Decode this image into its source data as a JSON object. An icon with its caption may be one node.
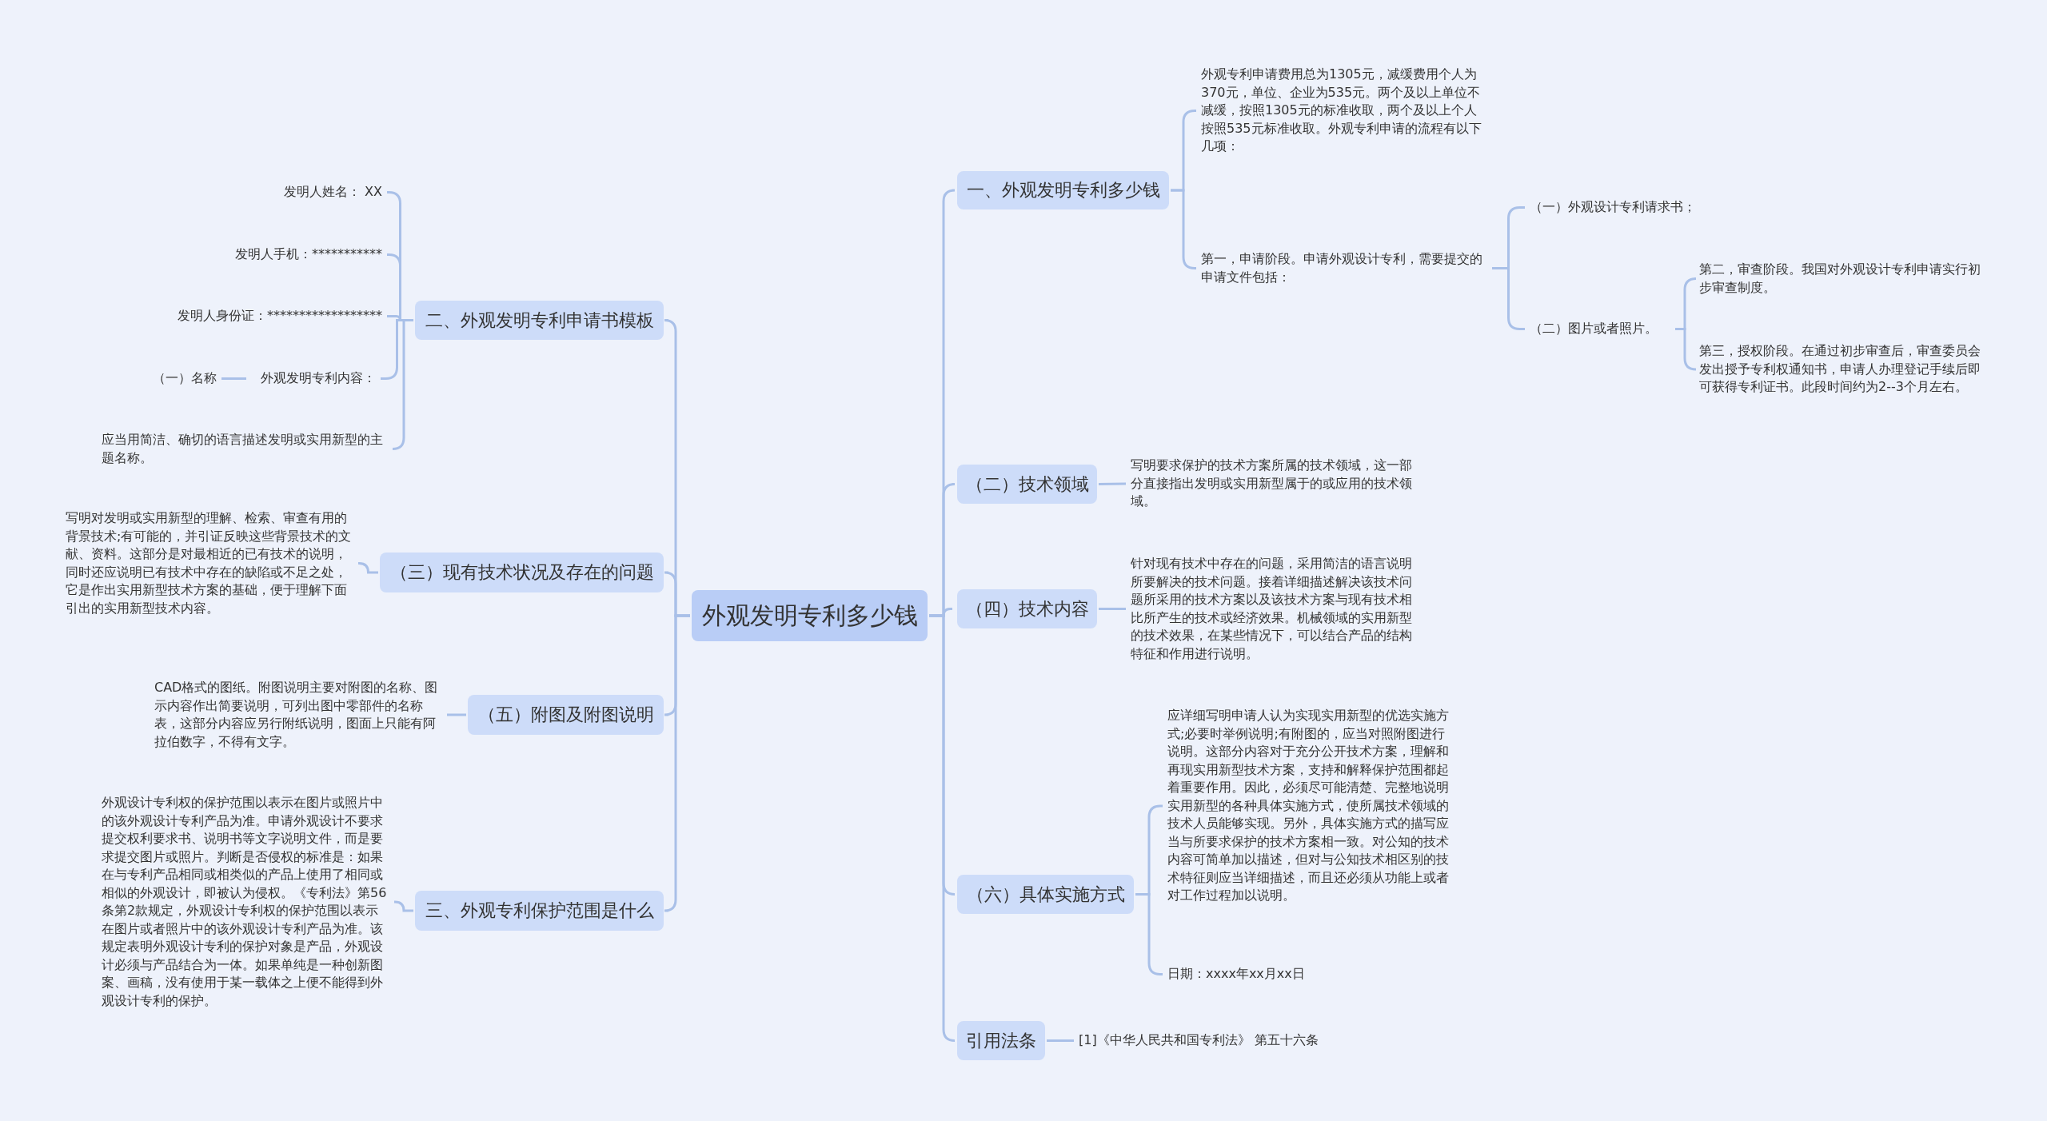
{
  "diagram": {
    "nodes": [
      {
        "text": [
          "外观发明专利多少钱"
        ]
      },
      {
        "text": [
          "一、外观发明专利多少钱"
        ]
      },
      {
        "text": [
          "外观专利申请费用总为1305元，减缓费用个人为370元，单位、企业为535元。两个及以上单位不减缓，按照1305元的标准收取，两个及以上个人按照535元标准收取。外观专利申请的流程有以下几项："
        ]
      },
      {
        "text": [
          "第一，申请阶段。申请外观设计专利，需要提交的申请文件包括："
        ]
      },
      {
        "text": [
          "（一）外观设计专利请求书；"
        ]
      },
      {
        "text": [
          "（二）图片或者照片。"
        ]
      },
      {
        "text": [
          "第二，审查阶段。我国对外观设计专利申请实行初步审查制度。"
        ]
      },
      {
        "text": [
          "第三，授权阶段。在通过初步审查后，审查委员会发出授予专利权通知书，申请人办理登记手续后即可获得专利证书。此段时间约为2--3个月左右。"
        ]
      },
      {
        "text": [
          "（二）技术领域"
        ]
      },
      {
        "text": [
          "写明要求保护的技术方案所属的技术领域，这一部分直接指出发明或实用新型属于的或应用的技术领域。"
        ]
      },
      {
        "text": [
          "（四）技术内容"
        ]
      },
      {
        "text": [
          "针对现有技术中存在的问题，采用简洁的语言说明所要解决的技术问题。接着详细描述解决该技术问题所采用的技术方案以及该技术方案与现有技术相比所产生的技术或经济效果。机械领域的实用新型的技术效果，在某些情况下，可以结合产品的结构特征和作用进行说明。"
        ]
      },
      {
        "text": [
          "（六）具体实施方式"
        ]
      },
      {
        "text": [
          "应详细写明申请人认为实现实用新型的优选实施方式;必要时举例说明;有附图的，应当对照附图进行说明。这部分内容对于充分公开技术方案，理解和再现实用新型技术方案，支持和解释保护范围都起着重要作用。因此，必须尽可能清楚、完整地说明实用新型的各种具体实施方式，使所属技术领域的技术人员能够实现。另外，具体实施方式的描写应当与所要求保护的技术方案相一致。对公知的技术内容可简单加以描述，但对与公知技术相区别的技术特征则应当详细描述，而且还必须从功能上或者对工作过程加以说明。"
        ]
      },
      {
        "text": [
          "日期：xxxx年xx月xx日"
        ]
      },
      {
        "text": [
          "引用法条"
        ]
      },
      {
        "text": [
          "[1]《中华人民共和国专利法》 第五十六条"
        ]
      },
      {
        "text": [
          "二、外观发明专利申请书模板"
        ]
      },
      {
        "text": [
          "发明人姓名： XX"
        ]
      },
      {
        "text": [
          "发明人手机：***********"
        ]
      },
      {
        "text": [
          "发明人身份证：******************"
        ]
      },
      {
        "text": [
          "外观发明专利内容："
        ]
      },
      {
        "text": [
          "（一）名称"
        ]
      },
      {
        "text": [
          "应当用简洁、确切的语言描述发明或实用新型的主题名称。"
        ]
      },
      {
        "text": [
          "（三）现有技术状况及存在的问题"
        ]
      },
      {
        "text": [
          "写明对发明或实用新型的理解、检索、审查有用的背景技术;有可能的，并引证反映这些背景技术的文献、资料。这部分是对最相近的已有技术的说明，同时还应说明已有技术中存在的缺陷或不足之处，它是作出实用新型技术方案的基础，便于理解下面引出的实用新型技术内容。"
        ]
      },
      {
        "text": [
          "（五）附图及附图说明"
        ]
      },
      {
        "text": [
          "CAD格式的图纸。附图说明主要对附图的名称、图示内容作出简要说明，可列出图中零部件的名称表，这部分内容应另行附纸说明，图面上只能有阿拉伯数字，不得有文字。"
        ]
      },
      {
        "text": [
          "三、外观专利保护范围是什么"
        ]
      },
      {
        "text": [
          "外观设计专利权的保护范围以表示在图片或照片中的该外观设计专利产品为准。申请外观设计不要求提交权利要求书、说明书等文字说明文件，而是要求提交图片或照片。判断是否侵权的标准是：如果在与专利产品相同或相类似的产品上使用了相同或相似的外观设计，即被认为侵权。《专利法》第56条第2款规定，外观设计专利权的保护范围以表示在图片或者照片中的该外观设计专利产品为准。该规定表明外观设计专利的保护对象是产品，外观设计必须与产品结合为一体。如果单纯是一种创新图案、画稿，没有使用于某一载体之上便不能得到外观设计专利的保护。"
        ]
      }
    ],
    "edges": [
      {
        "from": 0,
        "to": 1,
        "arrow": "none"
      },
      {
        "from": 1,
        "to": 2,
        "arrow": "none"
      },
      {
        "from": 1,
        "to": 3,
        "arrow": "none"
      },
      {
        "from": 3,
        "to": 4,
        "arrow": "none"
      },
      {
        "from": 3,
        "to": 5,
        "arrow": "none"
      },
      {
        "from": 5,
        "to": 6,
        "arrow": "none"
      },
      {
        "from": 5,
        "to": 7,
        "arrow": "none"
      },
      {
        "from": 0,
        "to": 8,
        "arrow": "none"
      },
      {
        "from": 8,
        "to": 9,
        "arrow": "none"
      },
      {
        "from": 0,
        "to": 10,
        "arrow": "none"
      },
      {
        "from": 10,
        "to": 11,
        "arrow": "none"
      },
      {
        "from": 0,
        "to": 12,
        "arrow": "none"
      },
      {
        "from": 12,
        "to": 13,
        "arrow": "none"
      },
      {
        "from": 12,
        "to": 14,
        "arrow": "none"
      },
      {
        "from": 0,
        "to": 15,
        "arrow": "none"
      },
      {
        "from": 15,
        "to": 16,
        "arrow": "none"
      },
      {
        "from": 0,
        "to": 17,
        "arrow": "none"
      },
      {
        "from": 17,
        "to": 18,
        "arrow": "none"
      },
      {
        "from": 17,
        "to": 19,
        "arrow": "none"
      },
      {
        "from": 17,
        "to": 20,
        "arrow": "none"
      },
      {
        "from": 17,
        "to": 21,
        "arrow": "none"
      },
      {
        "from": 21,
        "to": 22,
        "arrow": "none"
      },
      {
        "from": 17,
        "to": 23,
        "arrow": "none"
      },
      {
        "from": 0,
        "to": 24,
        "arrow": "none"
      },
      {
        "from": 24,
        "to": 25,
        "arrow": "none"
      },
      {
        "from": 0,
        "to": 26,
        "arrow": "none"
      },
      {
        "from": 26,
        "to": 27,
        "arrow": "none"
      },
      {
        "from": 0,
        "to": 28,
        "arrow": "none"
      },
      {
        "from": 28,
        "to": 29,
        "arrow": "none"
      }
    ]
  }
}
